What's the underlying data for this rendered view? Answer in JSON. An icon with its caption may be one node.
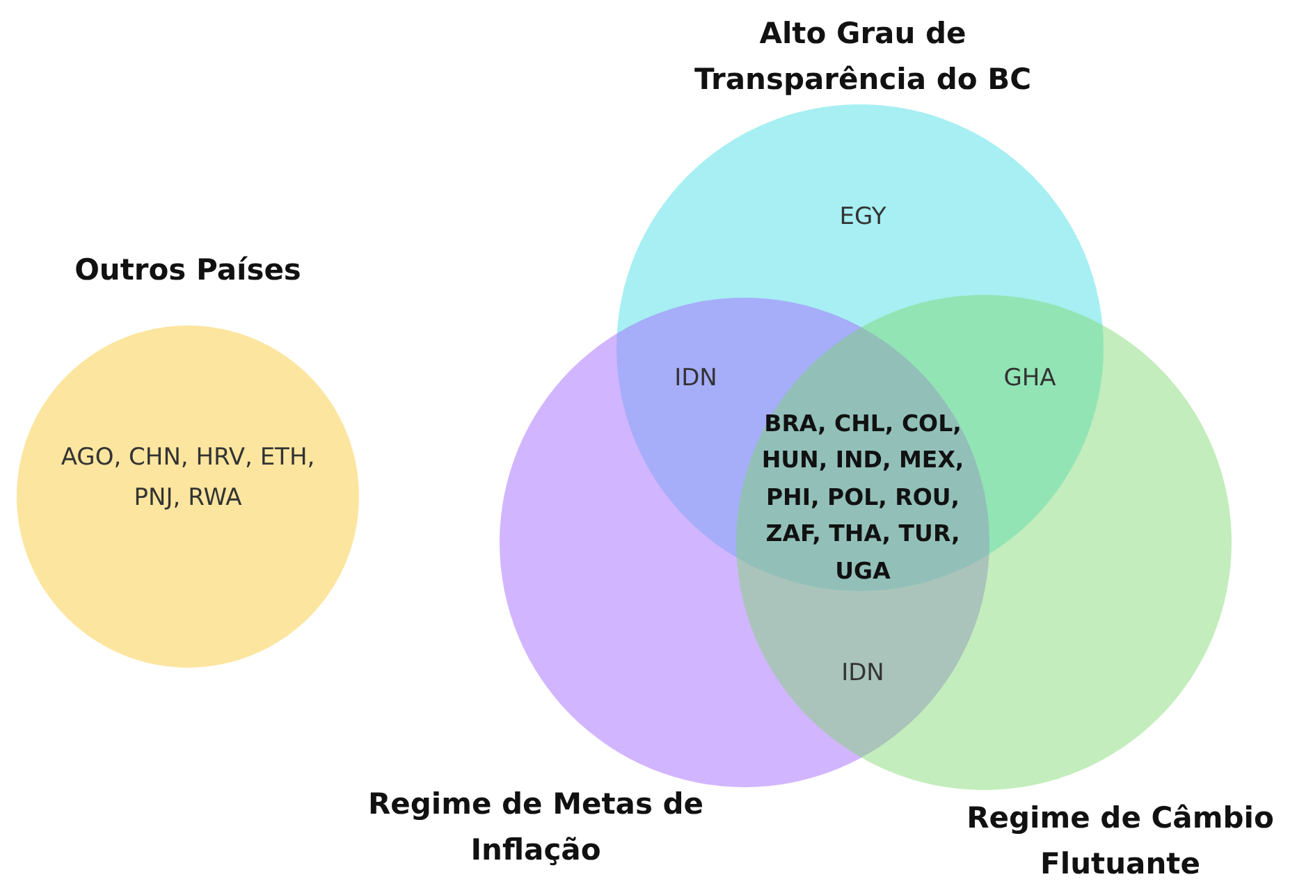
{
  "diagram": {
    "nodes": [
      {
        "text": [
          "Outros Países",
          "AGO, CHN, HRV, ETH, PNJ, RWA"
        ]
      },
      {
        "text": [
          "Alto Grau de Transparência do BC",
          "EGY"
        ]
      },
      {
        "text": [
          "Regime de Metas de Inflação"
        ]
      },
      {
        "text": [
          "Regime de Câmbio Flutuante"
        ]
      }
    ],
    "labels": [
      "IDN",
      "GHA",
      "BRA, CHL, COL, HUN, IND, MEX, PHI, POL, ROU, ZAF, THA, TUR, UGA",
      "IDN"
    ]
  }
}
